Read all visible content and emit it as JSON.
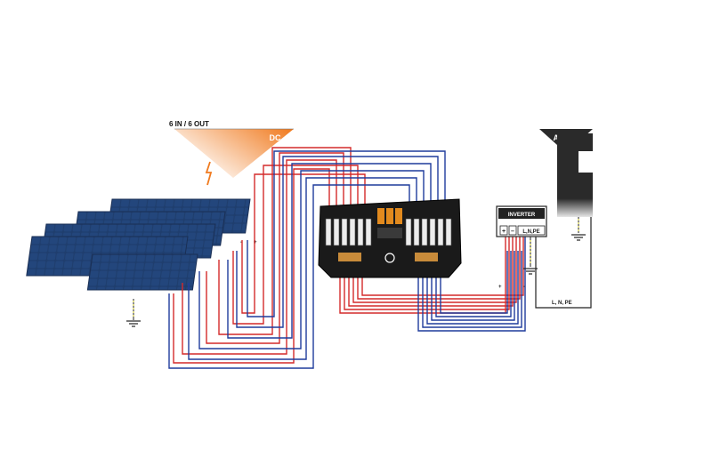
{
  "dc_label": "DC",
  "io_label": "6 IN / 6 OUT",
  "ac_label": "AC",
  "inverter_title": "INVERTER",
  "inverter_plus": "+",
  "inverter_minus": "–",
  "inverter_lnpe": "L,N,PE",
  "ac_line_label": "L, N, PE",
  "panel_plus": "+",
  "panel_minus": "-",
  "out_plus": "+",
  "out_minus": "-",
  "colors": {
    "positive_wire": "#d42a2a",
    "negative_wire": "#1f3c9c",
    "dc_accent": "#f07a1e",
    "panel": "#1f3e6e",
    "box": "#1a1a1a",
    "ground": "#c9c21a",
    "ac_box": "#2a2a2a"
  },
  "icons": [
    "lightning-icon",
    "ground-icon",
    "solar-panel-icon",
    "combiner-box-icon",
    "inverter-icon"
  ]
}
